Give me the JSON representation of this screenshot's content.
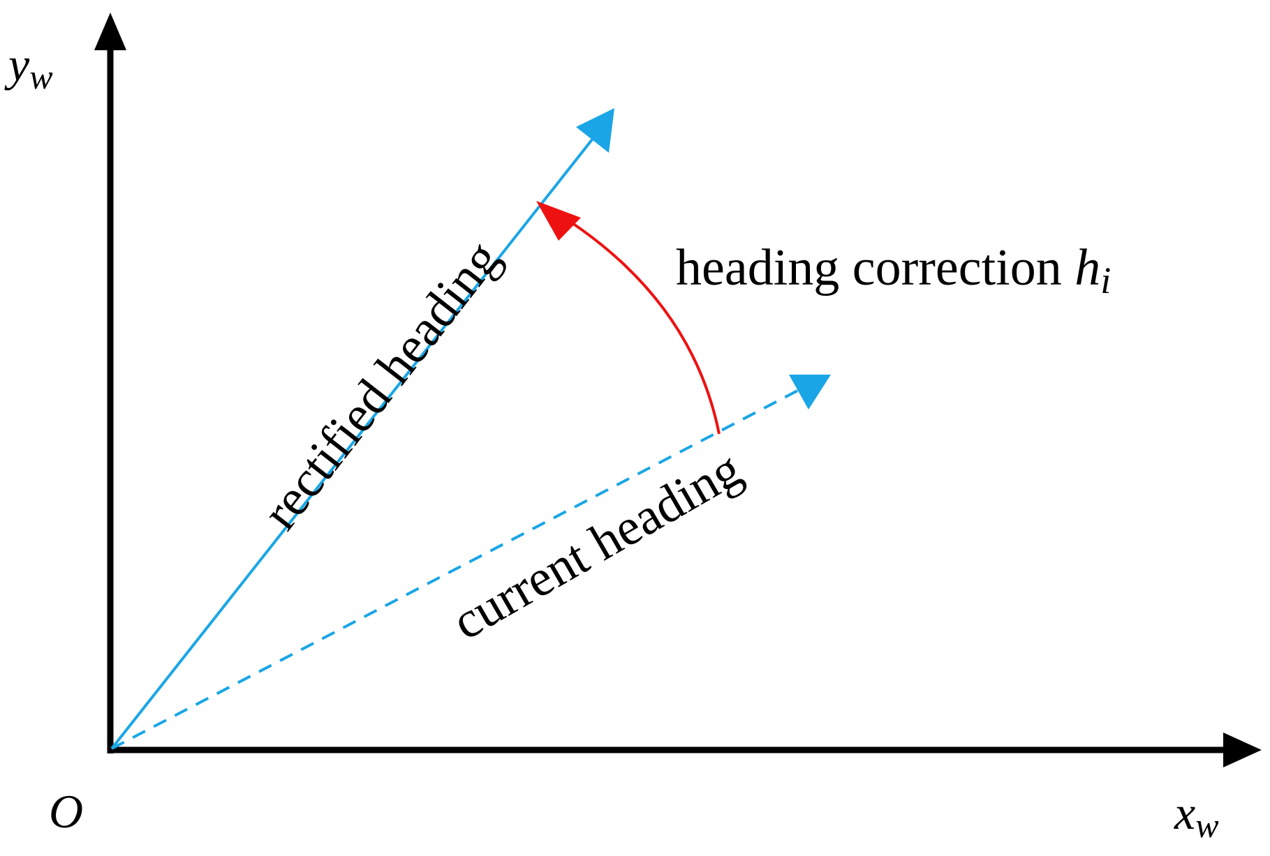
{
  "axes": {
    "y_label_main": "y",
    "y_label_sub": "w",
    "x_label_main": "x",
    "x_label_sub": "w",
    "origin_label": "O"
  },
  "vectors": {
    "rectified": {
      "label": "rectified heading",
      "style": "solid",
      "color": "#1aa6e6"
    },
    "current": {
      "label": "current heading",
      "style": "dashed",
      "color": "#1aa6e6"
    }
  },
  "correction": {
    "label_text": "heading correction ",
    "symbol_main": "h",
    "symbol_sub": "i",
    "color": "#ee1111"
  },
  "colors": {
    "axis": "#000000",
    "heading": "#1aa6e6",
    "correction": "#ee1111"
  }
}
